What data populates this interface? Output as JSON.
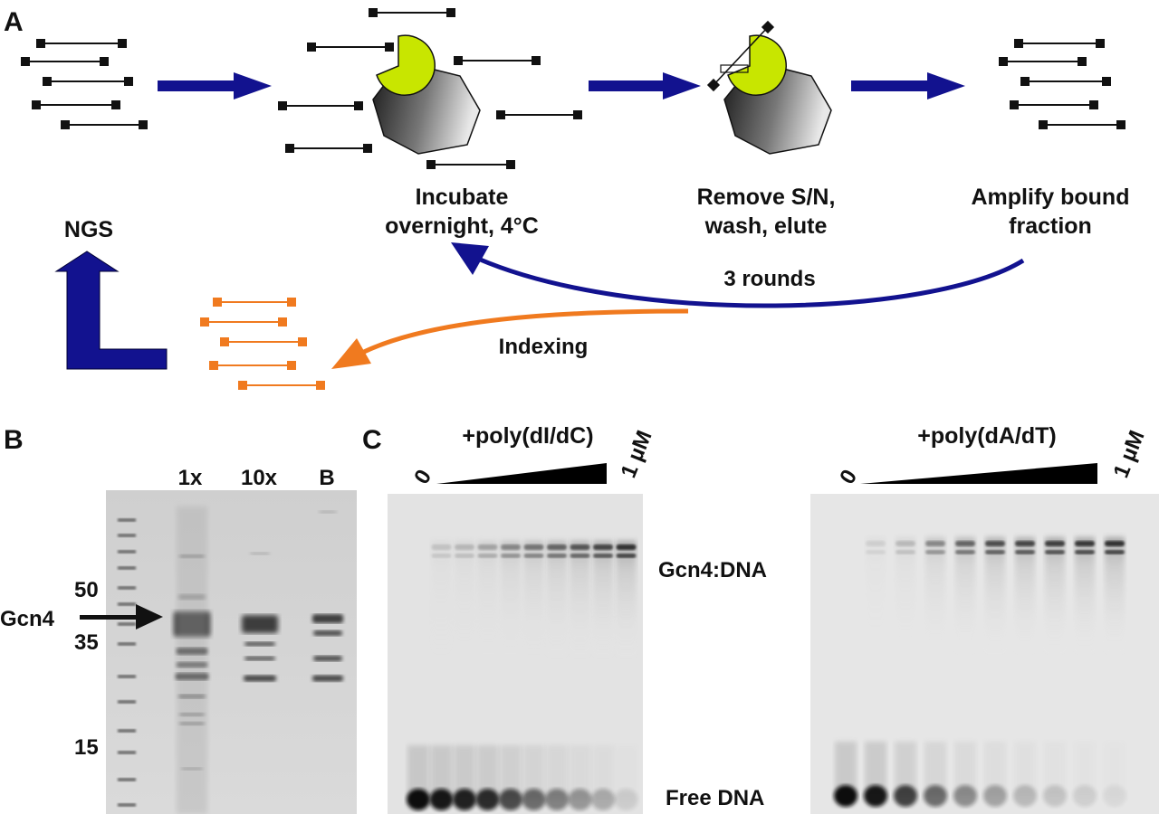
{
  "panels": {
    "a": {
      "letter": "A"
    },
    "b": {
      "letter": "B"
    },
    "c": {
      "letter": "C"
    }
  },
  "steps": {
    "incubate": {
      "line1": "Incubate",
      "line2": "overnight, 4°C"
    },
    "remove": {
      "line1": "Remove S/N,",
      "line2": "wash, elute"
    },
    "amplify": {
      "line1": "Amplify bound",
      "line2": "fraction"
    }
  },
  "loop_labels": {
    "rounds": "3 rounds",
    "indexing": "Indexing",
    "ngs": "NGS"
  },
  "sds_gel": {
    "lanes": [
      "1x",
      "10x",
      "B"
    ],
    "markers": [
      "50",
      "35",
      "15"
    ],
    "protein_label": "Gcn4"
  },
  "emsa": {
    "left_title": "+poly(dI/dC)",
    "right_title": "+poly(dA/dT)",
    "start_label": "0",
    "end_label": "1 µM",
    "bound_label": "Gcn4:DNA",
    "free_label": "Free DNA"
  },
  "colors": {
    "arrow_blue": "#12128f",
    "index_orange": "#f07a1f",
    "pocket_green": "#c8e600",
    "dna_black": "#111111"
  }
}
